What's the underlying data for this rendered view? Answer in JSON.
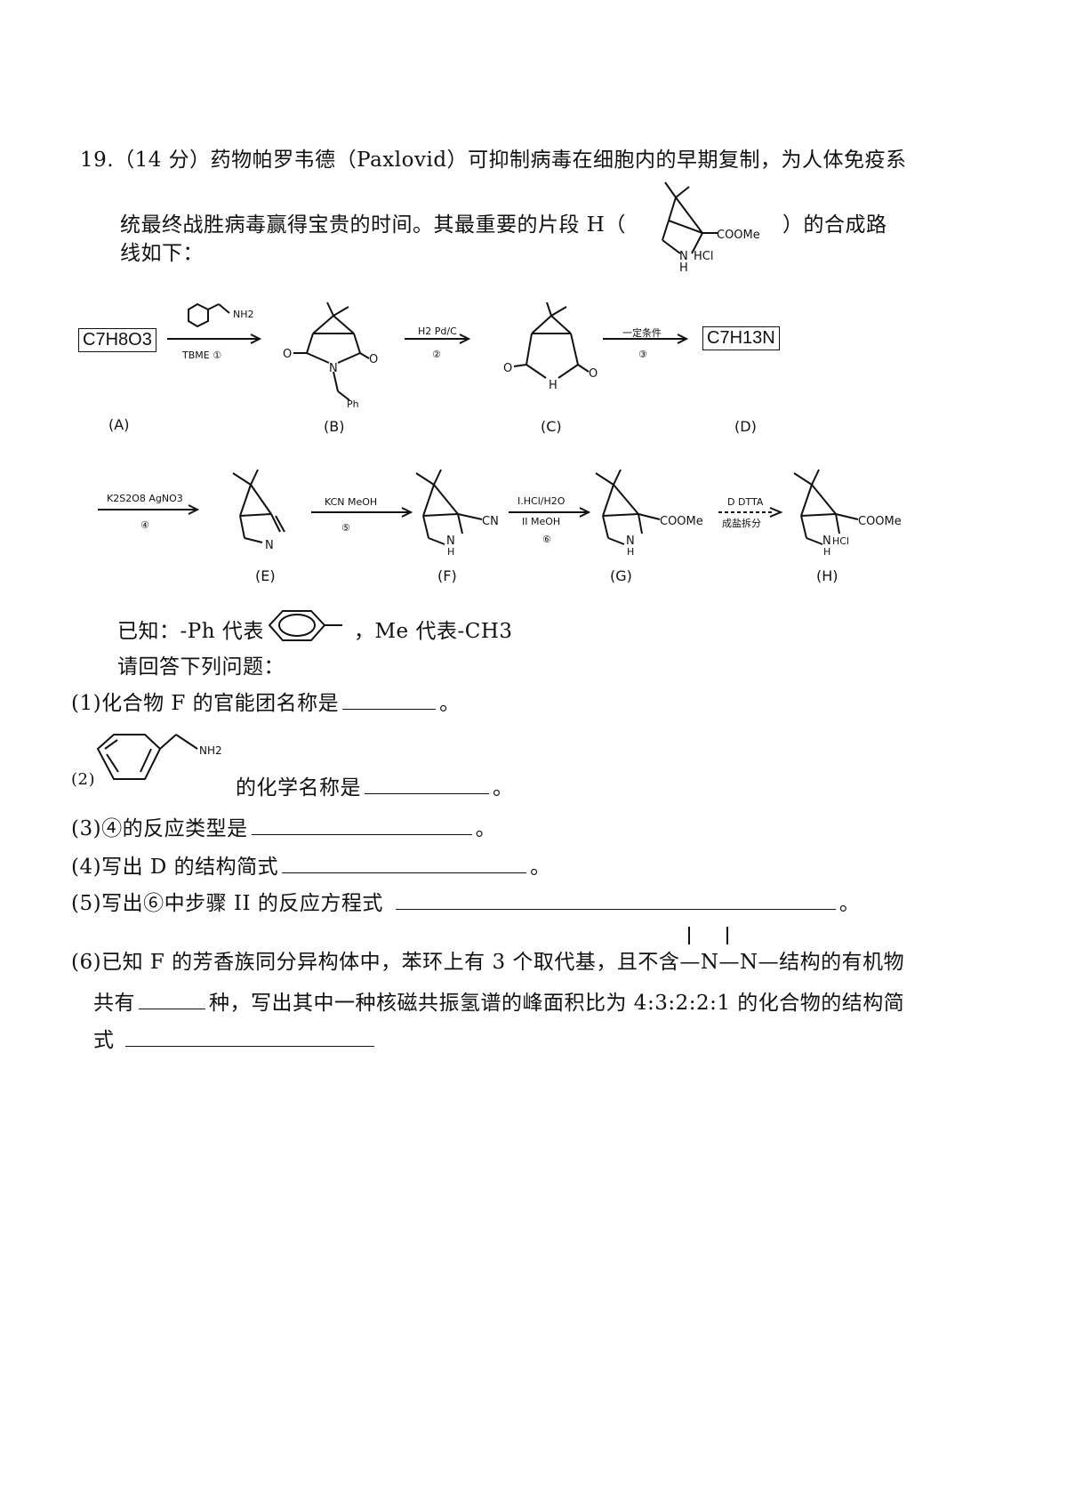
{
  "question": {
    "intro_line1": "19.（14 分）药物帕罗韦德（Paxlovid）可抑制病毒在细胞内的早期复制，为人体免疫系",
    "intro_line2a": "统最终战胜病毒赢得宝贵的时间。其最重要的片段 H（",
    "intro_line2b": "）的合成路",
    "intro_line3": "线如下："
  },
  "scheme": {
    "start_formula": "C7H8O3",
    "start_formula_main": "C",
    "end_formula_D": "C7H13N",
    "step1_reagent_bottom": "TBME ①",
    "step2_reagent_top": "H2 Pd/C",
    "step2_num": "②",
    "step3_reagent_top": "一定条件",
    "step3_num": "③",
    "step4_reagent_top": "K2S2O8 AgNO3",
    "step4_num": "④",
    "step5_reagent_top": "KCN MeOH",
    "step5_num": "⑤",
    "step6_reagent_top": "I.HCl/H2O",
    "step6_reagent_bottom": "II MeOH",
    "step6_num": "⑥",
    "step7_reagent_top": "D DTTA",
    "step7_reagent_bottom": "成盐拆分",
    "labels": [
      "(A)",
      "(B)",
      "(C)",
      "(D)",
      "(E)",
      "(F)",
      "(G)",
      "(H)"
    ],
    "atom_labels": {
      "O": "O",
      "N": "N",
      "H": "H",
      "NH": "NH",
      "NH2": "NH2",
      "Ph": "Ph",
      "CN": "CN",
      "COOMe": "COOMe",
      "HCl": "HCl"
    }
  },
  "known": {
    "prefix": "已知：-Ph 代表",
    "suffix": "，Me 代表-CH3"
  },
  "prompt": "请回答下列问题：",
  "q1": {
    "before": "(1)化合物 F 的官能团名称是",
    "end": "。"
  },
  "q2": {
    "num": "(2)",
    "text": "的化学名称是",
    "end": "。"
  },
  "q3": {
    "text": "(3)④的反应类型是",
    "end": "。"
  },
  "q4": {
    "text": "(4)写出 D 的结构简式",
    "end": "。"
  },
  "q5": {
    "text": "(5)写出⑥中步骤 II 的反应方程式",
    "end": "。"
  },
  "q6": {
    "line1a": "(6)已知 F 的芳香族同分异构体中，苯环上有 3 个取代基，且不含",
    "line1b": "—N—N—",
    "line1c": "结构的有机物",
    "line2a": "共有",
    "line2b": "种，写出其中一种核磁共振氢谱的峰面积比为 4:3:2:2:1 的化合物的结构简",
    "line3": "式"
  }
}
